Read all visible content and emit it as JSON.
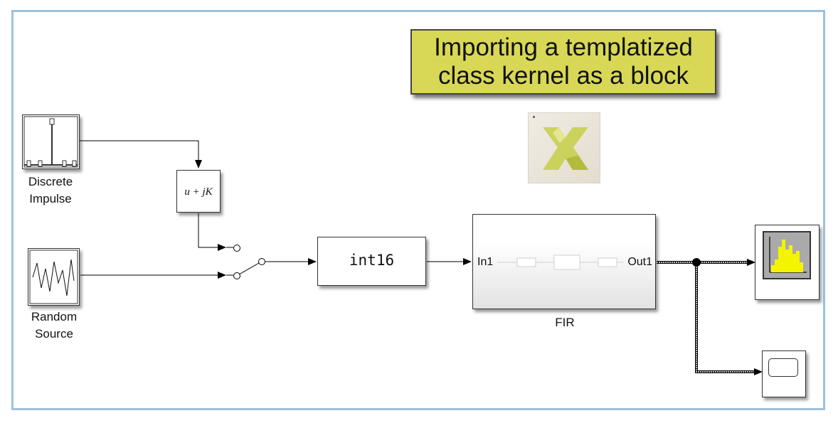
{
  "annotation": {
    "line1": "Importing a templatized",
    "line2": "class kernel as a block"
  },
  "blocks": {
    "discrete_impulse": {
      "line1": "Discrete",
      "line2": "Impulse"
    },
    "random_source": {
      "line1": "Random",
      "line2": "Source"
    },
    "complex_gain": {
      "expr": "u + jK"
    },
    "convert": {
      "label": "int16"
    },
    "fir": {
      "name": "FIR",
      "in_port": "In1",
      "out_port": "Out1"
    }
  },
  "colors": {
    "frame_border": "#9cc1e0",
    "annotation_bg": "#d8d856",
    "logo_yellow": "#c8cf4f",
    "scope_bars": "#f4f400"
  },
  "icons": {
    "logo": "xilinx-logo-icon",
    "spectrum": "spectrum-analyzer-icon",
    "scope": "scope-icon",
    "switch": "manual-switch-icon"
  }
}
